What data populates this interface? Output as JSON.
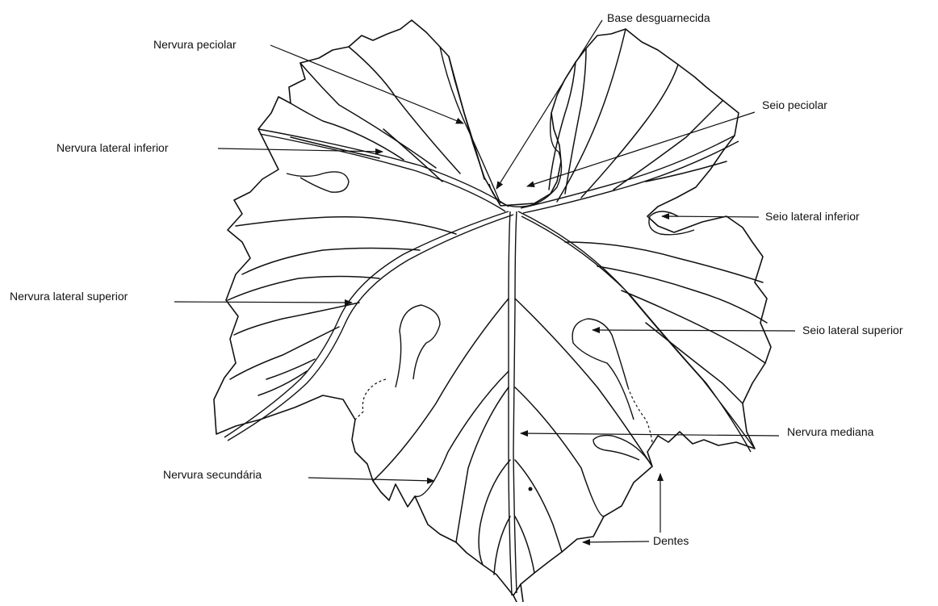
{
  "diagram": {
    "labels": {
      "base_desguarnecida": "Base desguarnecida",
      "nervura_peciolar": "Nervura peciolar",
      "seio_peciolar": "Seio peciolar",
      "nervura_lateral_inferior": "Nervura lateral inferior",
      "seio_lateral_inferior": "Seio lateral inferior",
      "nervura_lateral_superior": "Nervura lateral superior",
      "seio_lateral_superior": "Seio lateral superior",
      "nervura_mediana": "Nervura mediana",
      "nervura_secundaria": "Nervura secundária",
      "dentes": "Dentes"
    },
    "colors": {
      "ink": "#111111",
      "background": "#ffffff"
    }
  }
}
